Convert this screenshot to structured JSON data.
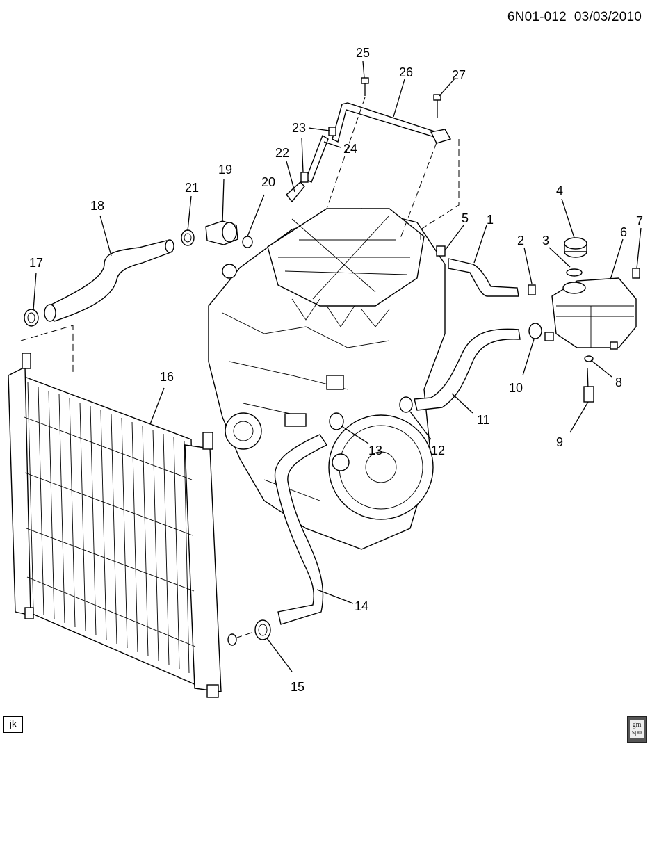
{
  "header": {
    "diagram_code": "6N01-012",
    "date": "03/03/2010"
  },
  "footer": {
    "tag": "jk",
    "logo_line1": "gm",
    "logo_line2": "spo"
  },
  "callouts": {
    "c1": "1",
    "c2": "2",
    "c3": "3",
    "c4": "4",
    "c5": "5",
    "c6": "6",
    "c7": "7",
    "c8": "8",
    "c9": "9",
    "c10": "10",
    "c11": "11",
    "c12": "12",
    "c13": "13",
    "c14": "14",
    "c15": "15",
    "c16": "16",
    "c17": "17",
    "c18": "18",
    "c19": "19",
    "c20": "20",
    "c21": "21",
    "c22": "22",
    "c23": "23",
    "c24": "24",
    "c25": "25",
    "c26": "26",
    "c27": "27"
  }
}
